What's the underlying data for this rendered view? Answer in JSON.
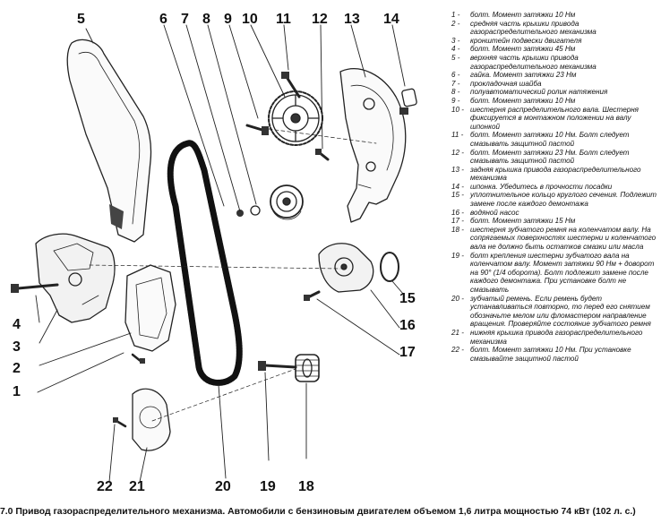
{
  "callouts": [
    "1",
    "2",
    "3",
    "4",
    "5",
    "6",
    "7",
    "8",
    "9",
    "10",
    "11",
    "12",
    "13",
    "14",
    "15",
    "16",
    "17",
    "18",
    "19",
    "20",
    "21",
    "22"
  ],
  "legend": [
    {
      "num": "1 -",
      "text": "болт. Момент затяжки 10 Нм"
    },
    {
      "num": "2 -",
      "text": "средняя часть крышки привода газораспределительного механизма"
    },
    {
      "num": "3 -",
      "text": "кронштейн подвески двигателя"
    },
    {
      "num": "4 -",
      "text": "болт. Момент затяжки 45 Нм"
    },
    {
      "num": "5 -",
      "text": "верхняя часть крышки привода газораспределительного механизма"
    },
    {
      "num": "6 -",
      "text": "гайка. Момент затяжки 23 Нм"
    },
    {
      "num": "7 -",
      "text": "прокладочная шайба"
    },
    {
      "num": "8 -",
      "text": "полуавтоматический ролик натяжения"
    },
    {
      "num": "9 -",
      "text": "болт. Момент затяжки 10 Нм"
    },
    {
      "num": "10 -",
      "text": "шестерня распределительного вала. Шестерня фиксируется в монтажном положении на валу шпонкой"
    },
    {
      "num": "11 -",
      "text": "болт. Момент затяжки 10 Нм. Болт следует смазывать защитной пастой"
    },
    {
      "num": "12 -",
      "text": "болт. Момент затяжки 23 Нм. Болт следует смазывать защитной пастой"
    },
    {
      "num": "13 -",
      "text": "задняя крышка привода газораспределительного механизма"
    },
    {
      "num": "14 -",
      "text": "шпонка. Убедитесь в прочности посадки"
    },
    {
      "num": "15 -",
      "text": "уплотнительное кольцо круглого сечения. Подлежит замене после каждого демонтажа"
    },
    {
      "num": "16 -",
      "text": "водяной насос"
    },
    {
      "num": "17 -",
      "text": "болт. Момент затяжки 15 Нм"
    },
    {
      "num": "18 -",
      "text": "шестерня зубчатого ремня на коленчатом валу. На сопрягаемых поверхностях шестерни и коленчатого вала не должно быть остатков смазки или масла"
    },
    {
      "num": "19 -",
      "text": "болт крепления шестерни зубчатого вала на коленчатом валу. Момент затяжки 90 Нм + доворот на 90° (1/4 оборота). Болт подлежит замене после каждого демонтажа. При установке болт не смазывать"
    },
    {
      "num": "20 -",
      "text": "зубчатый ремень. Если ремень будет устанавливаться повторно, то перед его снятием обозначьте мелом или фломастером направление вращения. Проверяйте состояние зубчатого ремня"
    },
    {
      "num": "21 -",
      "text": "нижняя крышка привода газораспределительного механизма"
    },
    {
      "num": "22 -",
      "text": "болт. Момент затяжки 10 Нм. При установке смазывайте защитной пастой"
    }
  ],
  "caption": "7.0 Привод газораспределительного механизма. Автомобили с бензиновым двигателем объемом 1,6 литра мощностью 74 кВт (102 л. с.)"
}
